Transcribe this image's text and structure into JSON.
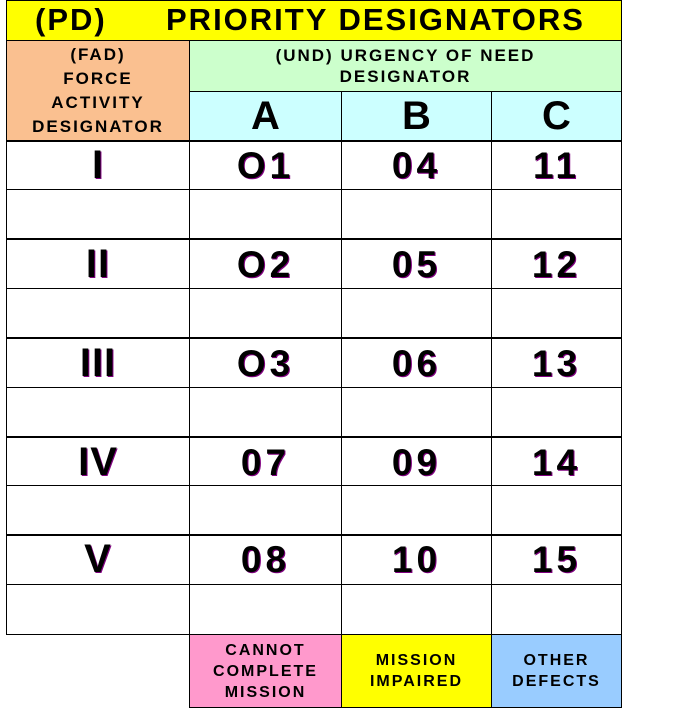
{
  "title": {
    "prefix": "(PD)",
    "main": "PRIORITY DESIGNATORS"
  },
  "fad_header": {
    "line1": "(FAD)",
    "line2": "FORCE",
    "line3": "ACTIVITY",
    "line4": "DESIGNATOR"
  },
  "und_header": {
    "line1": "(UND) URGENCY OF NEED",
    "line2": "DESIGNATOR"
  },
  "columns": [
    "A",
    "B",
    "C"
  ],
  "rows": [
    {
      "fad": "I",
      "a": "O1",
      "b": "04",
      "c": "11"
    },
    {
      "fad": "II",
      "a": "O2",
      "b": "05",
      "c": "12"
    },
    {
      "fad": "III",
      "a": "O3",
      "b": "06",
      "c": "13"
    },
    {
      "fad": "IV",
      "a": "07",
      "b": "09",
      "c": "14"
    },
    {
      "fad": "V",
      "a": "08",
      "b": "10",
      "c": "15"
    }
  ],
  "legend": {
    "a": {
      "line1": "CANNOT",
      "line2": "COMPLETE",
      "line3": "MISSION"
    },
    "b": {
      "line1": "MISSION",
      "line2": "IMPAIRED"
    },
    "c": {
      "line1": "OTHER",
      "line2": "DEFECTS"
    }
  },
  "colors": {
    "title_bg": "#ffff00",
    "fad_bg": "#fac090",
    "und_bg": "#ccffcc",
    "column_header_bg": "#ccffff",
    "legend_a_bg": "#ff99cc",
    "legend_b_bg": "#ffff00",
    "legend_c_bg": "#99ccff"
  }
}
